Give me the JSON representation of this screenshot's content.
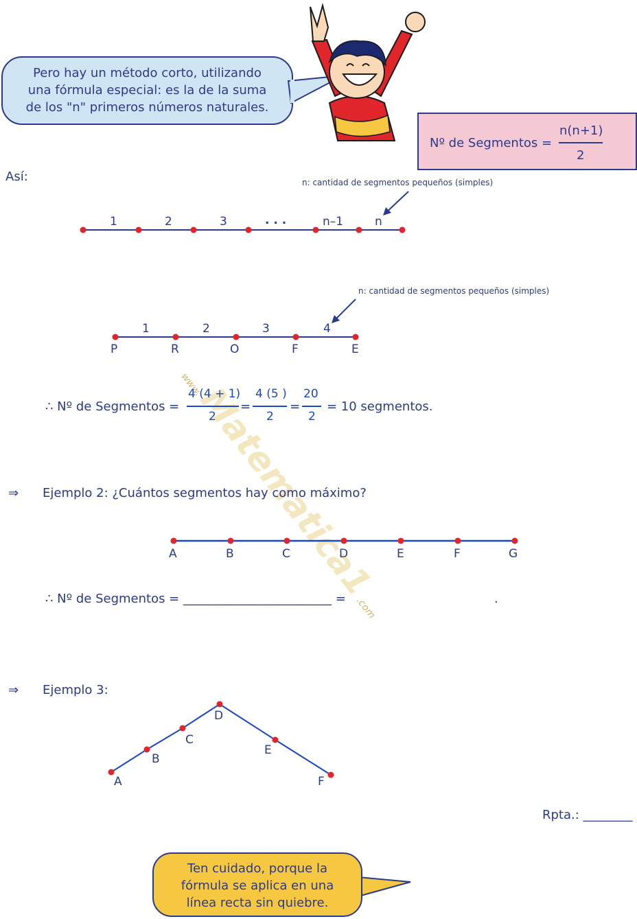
{
  "bubble_top": {
    "text": "Pero hay un método corto, utilizando\nuna fórmula especial: es la de la suma\nde los \"n\" primeros números naturales."
  },
  "formula_box": {
    "label": "Nº de Segmentos =",
    "numerator": "n(n+1)",
    "denominator": "2"
  },
  "asi_label": "Así:",
  "general_line": {
    "note": "n: cantidad de segmentos pequeños (simples)",
    "segments": [
      "1",
      "2",
      "3",
      ". . .",
      "n–1",
      "n"
    ]
  },
  "example1": {
    "note": "n: cantidad de segmentos pequeños (simples)",
    "segments": [
      "1",
      "2",
      "3",
      "4"
    ],
    "points": [
      "P",
      "R",
      "O",
      "F",
      "E"
    ],
    "result_prefix": "∴  Nº de Segmentos =",
    "frac1_num": "4 (4 + 1)",
    "frac1_den": "2",
    "eq1": "=",
    "frac2_num": "4 (5 )",
    "frac2_den": "2",
    "eq2": "=",
    "frac3_num": "20",
    "frac3_den": "2",
    "result_suffix": "= 10 segmentos."
  },
  "example2": {
    "arrow": "⇒",
    "title": "Ejemplo 2: ¿Cuántos segmentos hay como máximo?",
    "points": [
      "A",
      "B",
      "C",
      "D",
      "E",
      "F",
      "G"
    ],
    "result_line": "∴  Nº de Segmentos = ________________________ =",
    "result_end": "."
  },
  "example3": {
    "arrow": "⇒",
    "title": "Ejemplo 3:",
    "points": [
      "A",
      "B",
      "C",
      "D",
      "E",
      "F"
    ]
  },
  "answer": "Rpta.: ________",
  "bubble_bottom": {
    "text": "Ten cuidado, porque la\nfórmula se aplica en una\nlínea recta sin quiebre."
  },
  "watermark": {
    "prefix": "www.",
    "name": "Matematica1",
    "suffix": ".com"
  },
  "colors": {
    "ink": "#2b3a8a",
    "point": "#e0262b",
    "accent": "#1a47c9",
    "bubble_blue": "#cfe5f4",
    "bubble_yellow": "#f6c842",
    "box_pink": "#f4c9d3"
  }
}
